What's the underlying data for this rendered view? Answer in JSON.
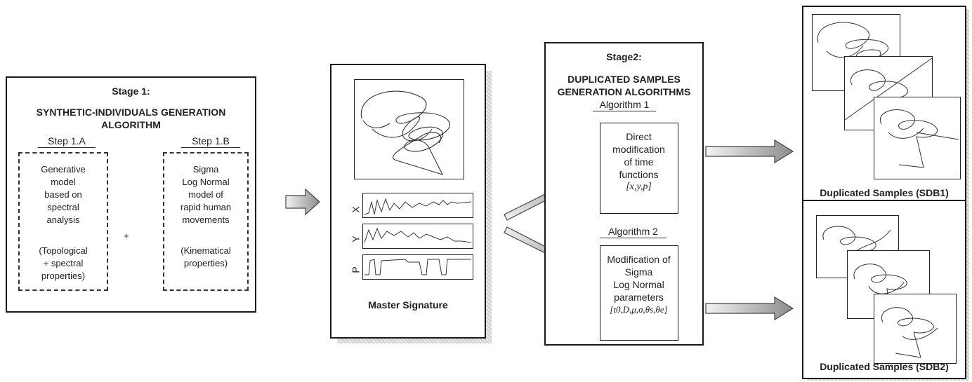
{
  "stage1": {
    "title": "Stage 1:",
    "subtitle_line1": "SYNTHETIC-INDIVIDUALS GENERATION",
    "subtitle_line2": "ALGORITHM",
    "step_a": {
      "label": "Step 1.A",
      "lines": [
        "Generative",
        "model",
        "based on",
        "spectral",
        "analysis"
      ],
      "props": [
        "(Topological",
        "+ spectral",
        "properties)"
      ]
    },
    "plus": "+",
    "step_b": {
      "label": "Step 1.B",
      "lines": [
        "Sigma",
        "Log Normal",
        "model of",
        "rapid human",
        "movements"
      ],
      "props": [
        "(Kinematical",
        "properties)"
      ]
    }
  },
  "master": {
    "caption": "Master Signature",
    "axis_labels": [
      "X",
      "Y",
      "P"
    ]
  },
  "stage2": {
    "title": "Stage2:",
    "subtitle_line1": "DUPLICATED SAMPLES",
    "subtitle_line2": "GENERATION ALGORITHMS",
    "alg1": {
      "label": "Algorithm 1",
      "lines": [
        "Direct",
        "modification",
        "of time",
        "functions"
      ],
      "params": "[x,y,p]"
    },
    "alg2": {
      "label": "Algorithm 2",
      "lines": [
        "Modification of",
        "Sigma",
        "Log Normal",
        "parameters"
      ],
      "params": "[t0,D,μ,σ,θs,θe]"
    }
  },
  "outputs": {
    "sdb1": "Duplicated Samples (SDB1)",
    "sdb2": "Duplicated Samples (SDB2)"
  }
}
